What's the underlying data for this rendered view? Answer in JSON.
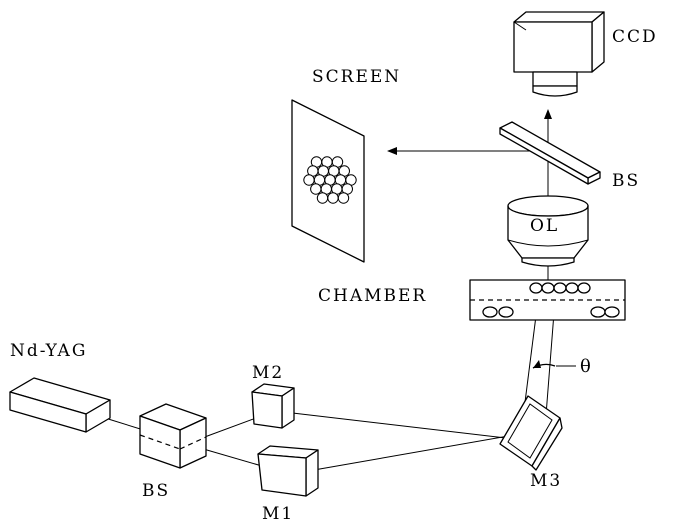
{
  "labels": {
    "ccd": "CCD",
    "screen": "SCREEN",
    "bs_top": "BS",
    "ol": "OL",
    "chamber": "CHAMBER",
    "theta": "θ",
    "laser": "Nd-YAG",
    "m2": "M2",
    "bs_bottom": "BS",
    "m1": "M1",
    "m3": "M3"
  },
  "colors": {
    "line": "#000000",
    "background": "#ffffff"
  }
}
